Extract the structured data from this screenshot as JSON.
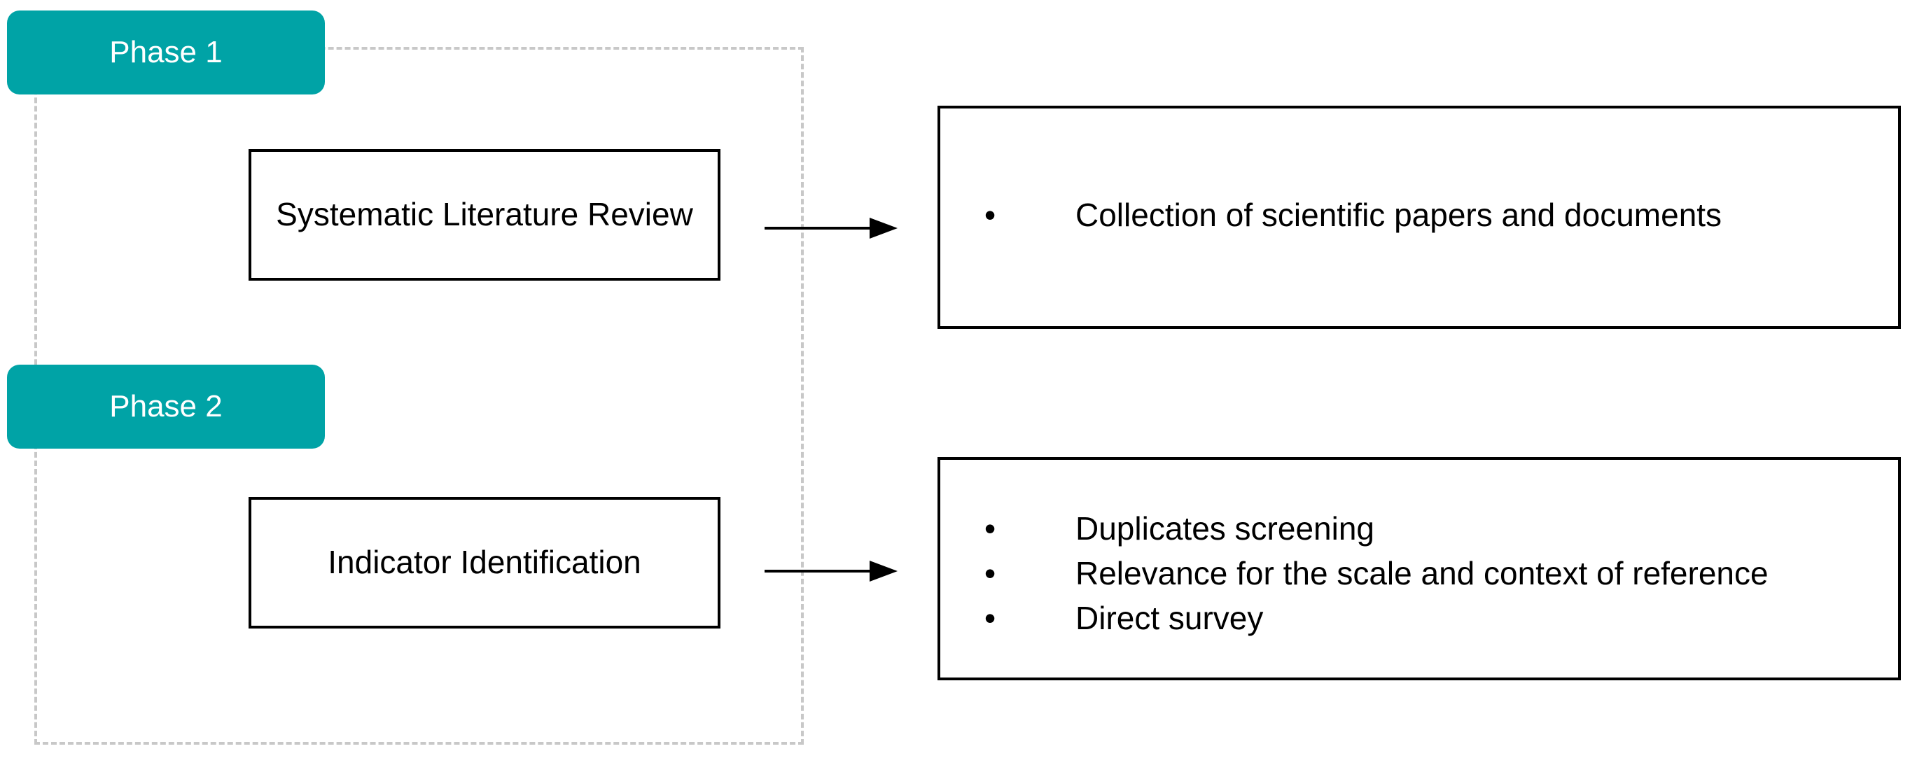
{
  "phases": [
    {
      "label": "Phase 1"
    },
    {
      "label": "Phase 2"
    }
  ],
  "steps": [
    {
      "label": "Systematic Literature Review"
    },
    {
      "label": "Indicator Identification"
    }
  ],
  "details": [
    {
      "items": [
        "Collection of scientific papers and documents"
      ]
    },
    {
      "items": [
        "Duplicates screening",
        "Relevance for the scale and context of reference",
        "Direct survey"
      ]
    }
  ],
  "colors": {
    "phase_tab": "#00a3a6",
    "frame_dash": "#c8c8c8",
    "box_border": "#000000"
  },
  "icons": {
    "bullet": "•"
  }
}
